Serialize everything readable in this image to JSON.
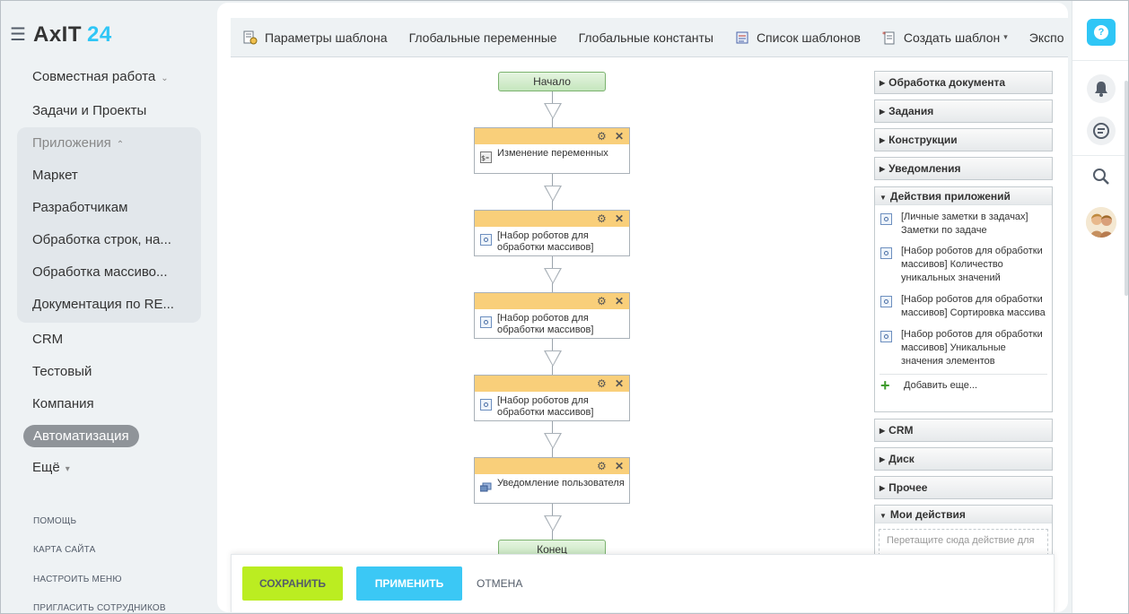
{
  "sidebar": {
    "logo": "AxIT",
    "logo_num": "24",
    "items": [
      {
        "label": "Совместная работа",
        "chevron": "⌄"
      },
      {
        "label": "Задачи и Проекты"
      },
      {
        "label": "Приложения",
        "chevron": "⌃"
      },
      {
        "label": "Маркет"
      },
      {
        "label": "Разработчикам"
      },
      {
        "label": "Обработка строк, на..."
      },
      {
        "label": "Обработка массиво..."
      },
      {
        "label": "Документация по RE..."
      },
      {
        "label": "CRM"
      },
      {
        "label": "Тестовый"
      },
      {
        "label": "Компания"
      },
      {
        "label": "Автоматизация"
      },
      {
        "label": "Ещё",
        "chevron": "▾"
      }
    ],
    "links": [
      "ПОМОЩЬ",
      "КАРТА САЙТА",
      "НАСТРОИТЬ МЕНЮ",
      "ПРИГЛАСИТЬ СОТРУДНИКОВ"
    ]
  },
  "toolbar": {
    "items": [
      {
        "label": "Параметры шаблона",
        "icon": "template-settings-icon"
      },
      {
        "label": "Глобальные переменные"
      },
      {
        "label": "Глобальные константы"
      },
      {
        "label": "Список шаблонов",
        "icon": "template-list-icon"
      },
      {
        "label": "Создать шаблон",
        "icon": "create-template-icon",
        "caret": "▾"
      },
      {
        "label": "Экспо"
      }
    ]
  },
  "diagram": {
    "start": "Начало",
    "end": "Конец",
    "blocks": [
      {
        "text": "Изменение переменных",
        "icon": "variables-icon"
      },
      {
        "text": "[Набор роботов для обработки массивов]",
        "icon": "app-action-icon"
      },
      {
        "text": "[Набор роботов для обработки массивов]",
        "icon": "app-action-icon"
      },
      {
        "text": "[Набор роботов для обработки массивов]",
        "icon": "app-action-icon"
      },
      {
        "text": "Уведомление пользователя",
        "icon": "notify-user-icon"
      }
    ],
    "settings_glyph": "⚙",
    "close_glyph": "✕"
  },
  "actions_panel": {
    "sections_top": [
      "Обработка документа",
      "Задания",
      "Конструкции",
      "Уведомления"
    ],
    "open_section": {
      "title": "Действия приложений",
      "items": [
        "[Личные заметки в задачах] Заметки по задаче",
        "[Набор роботов для обработки массивов] Количество уникальных значений",
        "[Набор роботов для обработки массивов] Сортировка массива",
        "[Набор роботов для обработки массивов] Уникальные значения элементов"
      ],
      "add_more": "Добавить еще..."
    },
    "sections_bottom": [
      "CRM",
      "Диск",
      "Прочее"
    ],
    "my_actions": {
      "title": "Мои действия",
      "drop_hint": "Перетащите сюда действие для"
    }
  },
  "footer": {
    "save": "СОХРАНИТЬ",
    "apply": "ПРИМЕНИТЬ",
    "cancel": "ОТМЕНА"
  },
  "rail": {
    "help": "?"
  },
  "colors": {
    "accent": "#2fc6f6",
    "save_button": "#bbed21",
    "apply_button": "#3bc8f5",
    "block_header": "#f9cf7a",
    "terminal": "#c5e6bd",
    "active_nav": "#8f9499"
  }
}
